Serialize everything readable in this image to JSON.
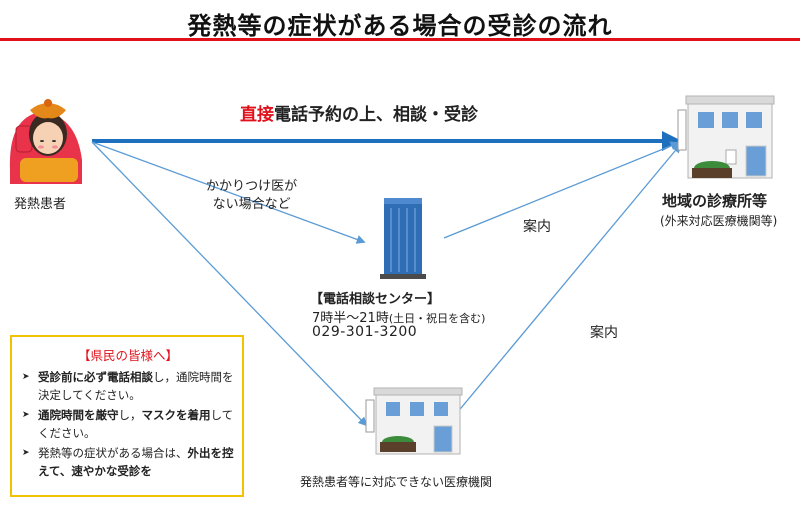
{
  "title": "発熱等の症状がある場合の受診の流れ",
  "direct": {
    "accent": "直接",
    "rest": "電話予約の上、相談・受診"
  },
  "patient": {
    "label": "発熱患者"
  },
  "clinic": {
    "name": "地域の診療所等",
    "sub": "(外来対応医療機関等)"
  },
  "no_doctor_note": {
    "line1": "かかりつけ医が",
    "line2": "ない場合など"
  },
  "guide_label_1": "案内",
  "guide_label_2": "案内",
  "call_center": {
    "name": "【電話相談センター】",
    "hours_main": "7時半～21時",
    "hours_note": "(土日・祝日を含む)",
    "phone": "029-301-3200"
  },
  "hospital": {
    "label": "発熱患者等に対応できない医療機関"
  },
  "notice": {
    "heading": "【県民の皆様へ】",
    "items": [
      {
        "b1": "受診前に必ず電話相談",
        "t1": "し，通院時間を決定してください。"
      },
      {
        "b1": "通院時間を厳守",
        "t1": "し，",
        "b2": "マスクを着用",
        "t2": "してください。"
      },
      {
        "t0": "発熱等の症状がある場合は、",
        "b1": "外出を控えて、速やかな受診を"
      }
    ]
  },
  "colors": {
    "title_rule": "#e0111b",
    "main_arrow": "#1f6fbf",
    "thin_arrow": "#5b9bd5",
    "notice_border": "#f2c200",
    "accent_text": "#e0111b"
  }
}
